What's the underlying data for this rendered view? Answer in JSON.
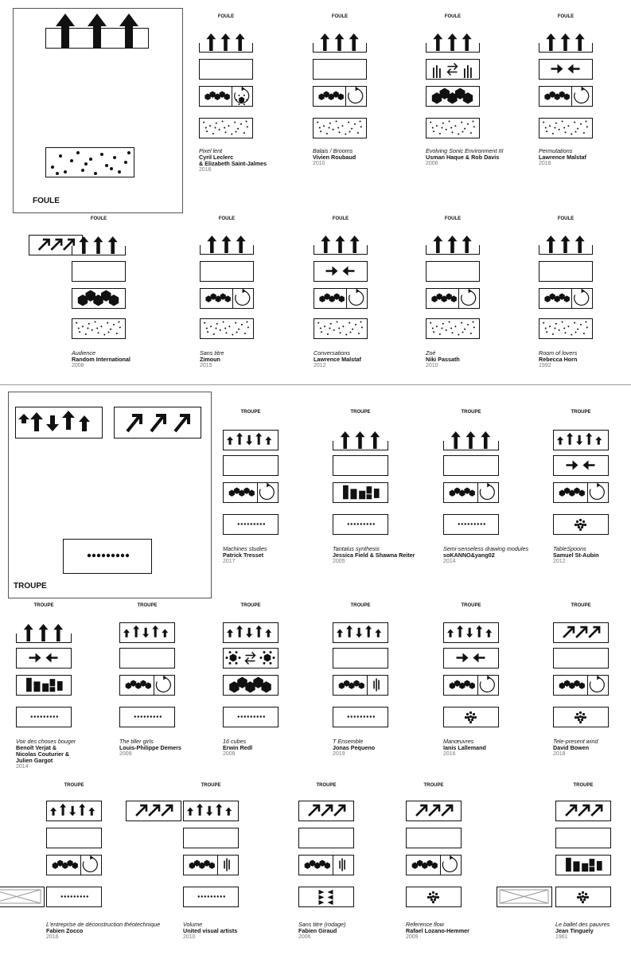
{
  "legend_foule": {
    "label": "FOULE",
    "icons": [
      "arrow-up-icon",
      "dots-scatter-icon"
    ]
  },
  "legend_troupe": {
    "label": "TROUPE",
    "icons": [
      "arrows-mixed-icon",
      "arrows-diagonal-icon",
      "dots-line-icon"
    ]
  },
  "works": [
    {
      "tag": "FOULE",
      "title": "Pixel lent",
      "author": "Cyril Leclerc\n& Elizabeth Saint-Jalmes",
      "year": "2016",
      "rows": [
        "up3",
        "empty",
        "hex-small|rot-hex",
        "scatter"
      ]
    },
    {
      "tag": "FOULE",
      "title": "Balais / Brooms",
      "author": "Vivien Roubaud",
      "year": "2010",
      "rows": [
        "up3",
        "empty",
        "hex-small|rot",
        "scatter"
      ]
    },
    {
      "tag": "FOULE",
      "title": "Evolving Sonic Environment III",
      "author": "Usman Haque & Rob Davis",
      "year": "2006",
      "rows": [
        "up3",
        "bars-exchange",
        "hex-big",
        "scatter"
      ]
    },
    {
      "tag": "FOULE",
      "title": "Permutations",
      "author": "Lawrence Malstaf",
      "year": "2018",
      "rows": [
        "up3",
        "converge",
        "hex-small|rot",
        "scatter"
      ]
    },
    {
      "tag": "FOULE",
      "title": "Audience",
      "author": "Random International",
      "year": "2008",
      "rows": [
        "diag3+up3",
        "empty",
        "hex-big",
        "scatter"
      ]
    },
    {
      "tag": "FOULE",
      "title": "Sans titre",
      "author": "Zimoun",
      "year": "2015",
      "rows": [
        "up3",
        "empty",
        "hex-small|rot",
        "scatter"
      ]
    },
    {
      "tag": "FOULE",
      "title": "Conversations",
      "author": "Lawrence Malstaf",
      "year": "2012",
      "rows": [
        "up3",
        "converge",
        "hex-small|rot",
        "scatter"
      ]
    },
    {
      "tag": "FOULE",
      "title": "Zoé",
      "author": "Niki Passath",
      "year": "2010",
      "rows": [
        "up3",
        "empty",
        "hex-small|rot",
        "scatter"
      ]
    },
    {
      "tag": "FOULE",
      "title": "Room of lovers",
      "author": "Rebecca Horn",
      "year": "1992",
      "rows": [
        "up3",
        "empty",
        "hex-small|rot",
        "scatter"
      ]
    },
    {
      "tag": "TROUPE",
      "title": "Machines studies",
      "author": "Patrick Tresset",
      "year": "2017",
      "rows": [
        "mixed",
        "empty",
        "hex-small|rot",
        "dotline"
      ]
    },
    {
      "tag": "TROUPE",
      "title": "Tantalus synthesis",
      "author": "Jessica Field & Shawna Reiter",
      "year": "2005",
      "rows": [
        "up3",
        "empty",
        "blocks",
        "dotline"
      ]
    },
    {
      "tag": "TROUPE",
      "title": "Semi-senseless drawing modules",
      "author": "soKANNO&yang02",
      "year": "2014",
      "rows": [
        "up3",
        "empty",
        "hex-small|rot",
        "dotline"
      ]
    },
    {
      "tag": "TROUPE",
      "title": "TableSpoons",
      "author": "Samuel St-Aubin",
      "year": "2012",
      "rows": [
        "mixed",
        "converge",
        "hex-small|rot",
        "cluster"
      ]
    },
    {
      "tag": "TROUPE",
      "title": "Voir des choses bouger",
      "author": "Benoît Verjat &\nNicolas Couturier &\nJulien Gargot",
      "year": "2014",
      "rows": [
        "up3",
        "converge",
        "blocks",
        "dotline"
      ]
    },
    {
      "tag": "TROUPE",
      "title": "The tiller girls",
      "author": "Louis-Philippe Demers",
      "year": "2009",
      "rows": [
        "mixed",
        "empty",
        "hex-small|rot",
        "dotline"
      ]
    },
    {
      "tag": "TROUPE",
      "title": "16 cubes",
      "author": "Erwin Redl",
      "year": "2009",
      "rows": [
        "mixed",
        "gear-exchange",
        "hex-big",
        "dotline"
      ]
    },
    {
      "tag": "TROUPE",
      "title": "T Ensemble",
      "author": "Jonas Pequeno",
      "year": "2019",
      "rows": [
        "mixed",
        "empty",
        "hex-small|bars",
        "dotline"
      ]
    },
    {
      "tag": "TROUPE",
      "title": "Manœuvres",
      "author": "Ianis Lallemand",
      "year": "2016",
      "rows": [
        "mixed",
        "converge",
        "hex-small|rot",
        "cluster"
      ]
    },
    {
      "tag": "TROUPE",
      "title": "Tele-present wind",
      "author": "David Bowen",
      "year": "2018",
      "rows": [
        "diag3",
        "empty",
        "hex-small|rot",
        "cluster"
      ]
    },
    {
      "tag": "TROUPE",
      "title": "L'entreprise de déconstruction théotechnique",
      "author": "Fabien Zocco",
      "year": "2016",
      "rows": [
        "mixed",
        "empty",
        "hex-small|rot",
        "cross+dotline"
      ]
    },
    {
      "tag": "TROUPE",
      "title": "Volume",
      "author": "United visual artists",
      "year": "2010",
      "rows": [
        "diag3+mixed",
        "empty",
        "hex-small|bars",
        "dotline"
      ]
    },
    {
      "tag": "TROUPE",
      "title": "Sans titre (rodage)",
      "author": "Fabien Giraud",
      "year": "2006",
      "rows": [
        "diag3",
        "empty",
        "hex-small|bars",
        "bowtie"
      ]
    },
    {
      "tag": "TROUPE",
      "title": "Reference flow",
      "author": "Rafael Lozano-Hemmer",
      "year": "2009",
      "rows": [
        "diag3",
        "empty",
        "hex-small|rot",
        "cluster"
      ]
    },
    {
      "tag": "TROUPE",
      "title": "Le ballet des pauvres",
      "author": "Jean Tinguely",
      "year": "1961",
      "rows": [
        "diag3",
        "empty",
        "blocks",
        "cross+cluster"
      ]
    }
  ]
}
